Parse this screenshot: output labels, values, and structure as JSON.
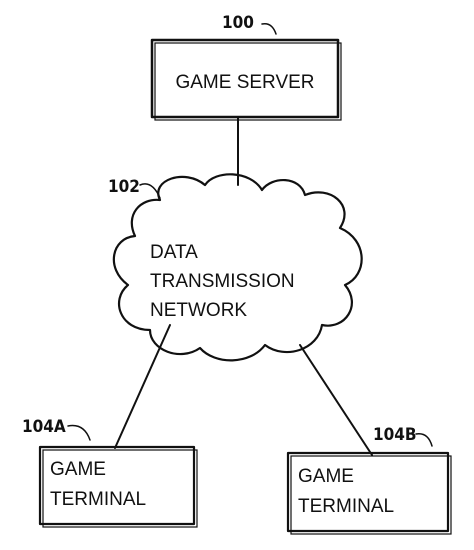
{
  "game_server": {
    "ref": "100",
    "label": "GAME SERVER"
  },
  "network": {
    "ref": "102",
    "line1": "DATA",
    "line2": "TRANSMISSION",
    "line3": "NETWORK"
  },
  "terminal_a": {
    "ref": "104A",
    "line1": "GAME",
    "line2": "TERMINAL"
  },
  "terminal_b": {
    "ref": "104B",
    "line1": "GAME",
    "line2": "TERMINAL"
  }
}
